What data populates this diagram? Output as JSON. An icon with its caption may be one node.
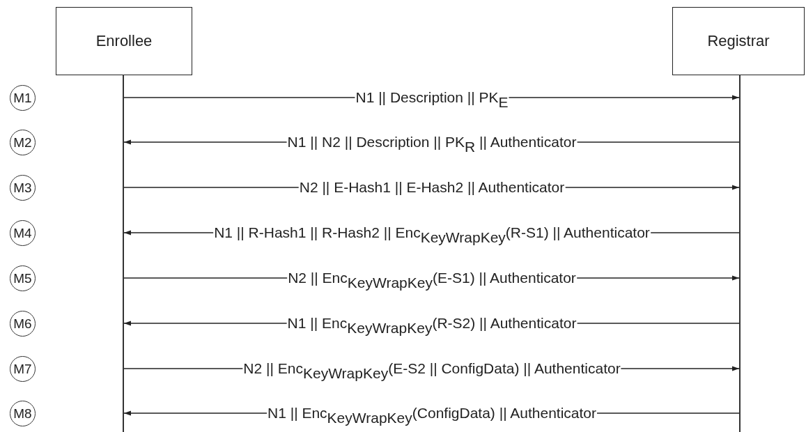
{
  "diagram": {
    "nodes": [
      {
        "text": [
          "Enrollee"
        ]
      },
      {
        "text": [
          "Registrar"
        ]
      },
      {
        "text": [],
        "shape": "line"
      },
      {
        "text": [],
        "shape": "line"
      },
      {
        "text": [
          "M1"
        ]
      },
      {
        "text": [
          "M2"
        ]
      },
      {
        "text": [
          "M3"
        ]
      },
      {
        "text": [
          "M4"
        ]
      },
      {
        "text": [
          "M5"
        ]
      },
      {
        "text": [
          "M6"
        ]
      },
      {
        "text": [
          "M7"
        ]
      },
      {
        "text": [
          "M8"
        ]
      }
    ],
    "edges": [
      {
        "from": 2,
        "to": 3,
        "arrow": "to",
        "label": "N1 || Description || PK$_{E}$"
      },
      {
        "from": 3,
        "to": 2,
        "arrow": "to",
        "label": "N1 || N2 || Description || PK$_{R}$ || Authenticator"
      },
      {
        "from": 2,
        "to": 3,
        "arrow": "to",
        "label": "N2 || E-Hash1 || E-Hash2 || Authenticator"
      },
      {
        "from": 3,
        "to": 2,
        "arrow": "to",
        "label": "N1 || R-Hash1 || R-Hash2 || Enc$_{KeyWrapKey}$(R-S1) || Authenticator"
      },
      {
        "from": 2,
        "to": 3,
        "arrow": "to",
        "label": "N2 || Enc$_{KeyWrapKey}$(E-S1) || Authenticator"
      },
      {
        "from": 3,
        "to": 2,
        "arrow": "to",
        "label": "N1 || Enc$_{KeyWrapKey}$(R-S2) || Authenticator"
      },
      {
        "from": 2,
        "to": 3,
        "arrow": "to",
        "label": "N2 || Enc$_{KeyWrapKey}$(E-S2 || ConfigData) || Authenticator"
      },
      {
        "from": 3,
        "to": 2,
        "arrow": "to",
        "label": "N1 || Enc$_{KeyWrapKey}$(ConfigData) || Authenticator"
      }
    ]
  }
}
